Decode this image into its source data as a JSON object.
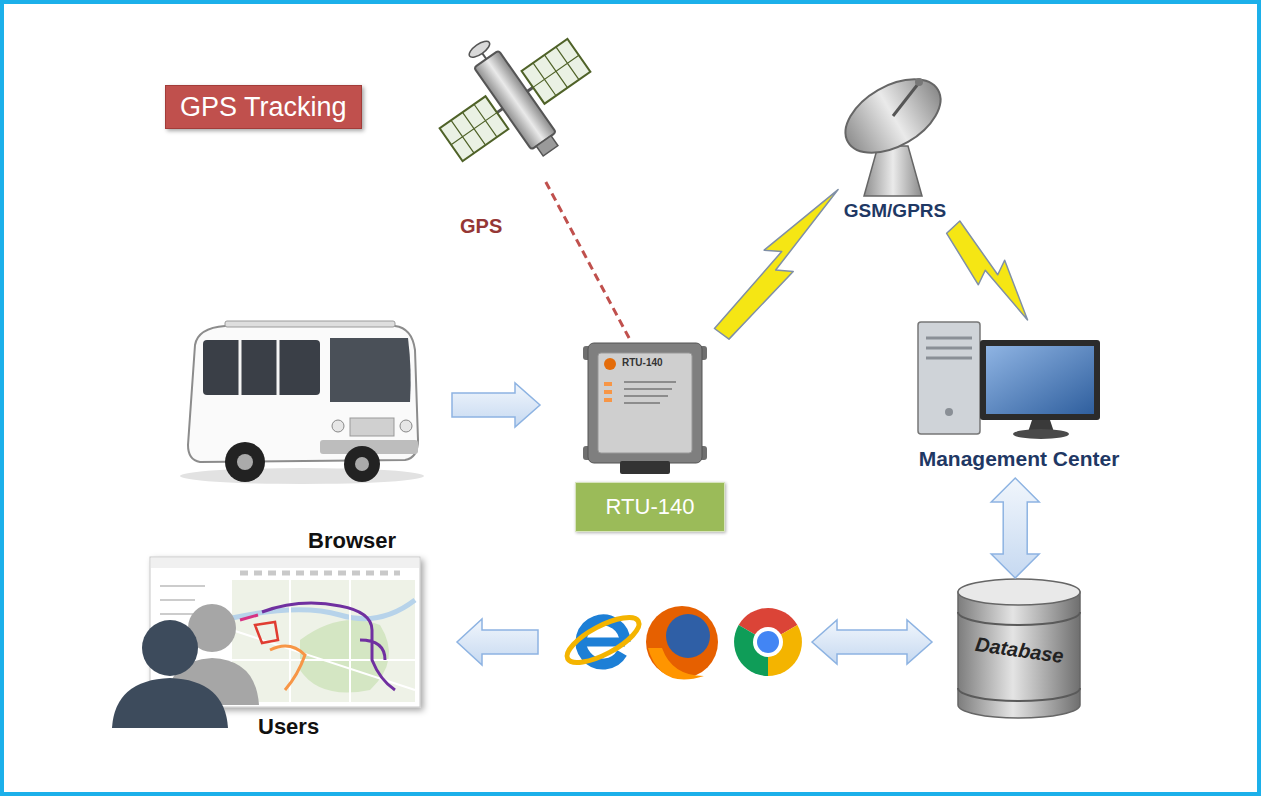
{
  "diagram": {
    "nodes": [
      {
        "text": [
          "GPS Tracking"
        ]
      },
      {
        "text": [
          "GPS"
        ]
      },
      {
        "text": [
          "GSM/GPRS"
        ]
      },
      {
        "text": [
          "RTU-140"
        ]
      },
      {
        "text": [
          "Management Center"
        ]
      },
      {
        "text": [
          "Browser"
        ]
      },
      {
        "text": [
          "Database"
        ]
      }
    ],
    "edges": [
      {
        "from": 1,
        "to": 3,
        "arrow": "none"
      },
      {
        "from": 3,
        "to": 2,
        "arrow": "to"
      },
      {
        "from": 2,
        "to": 4,
        "arrow": "to"
      },
      {
        "from": 4,
        "to": 6,
        "arrow": "both"
      }
    ],
    "labels": [
      "RTU-140",
      "Users"
    ]
  }
}
